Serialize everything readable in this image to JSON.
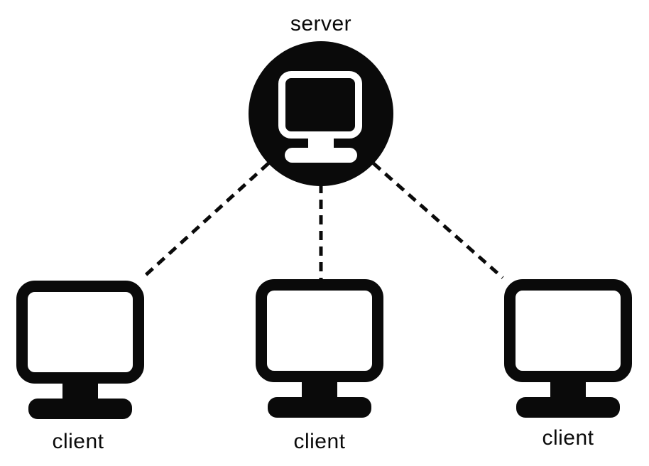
{
  "diagram": {
    "type": "network-topology",
    "server": {
      "label": "server"
    },
    "clients": [
      {
        "label": "client"
      },
      {
        "label": "client"
      },
      {
        "label": "client"
      }
    ],
    "connections": [
      {
        "from": "server",
        "to": "client-left",
        "style": "dashed"
      },
      {
        "from": "server",
        "to": "client-middle",
        "style": "dashed"
      },
      {
        "from": "server",
        "to": "client-right",
        "style": "dashed"
      }
    ],
    "colors": {
      "ink": "#0a0a0a",
      "background": "#ffffff"
    }
  }
}
